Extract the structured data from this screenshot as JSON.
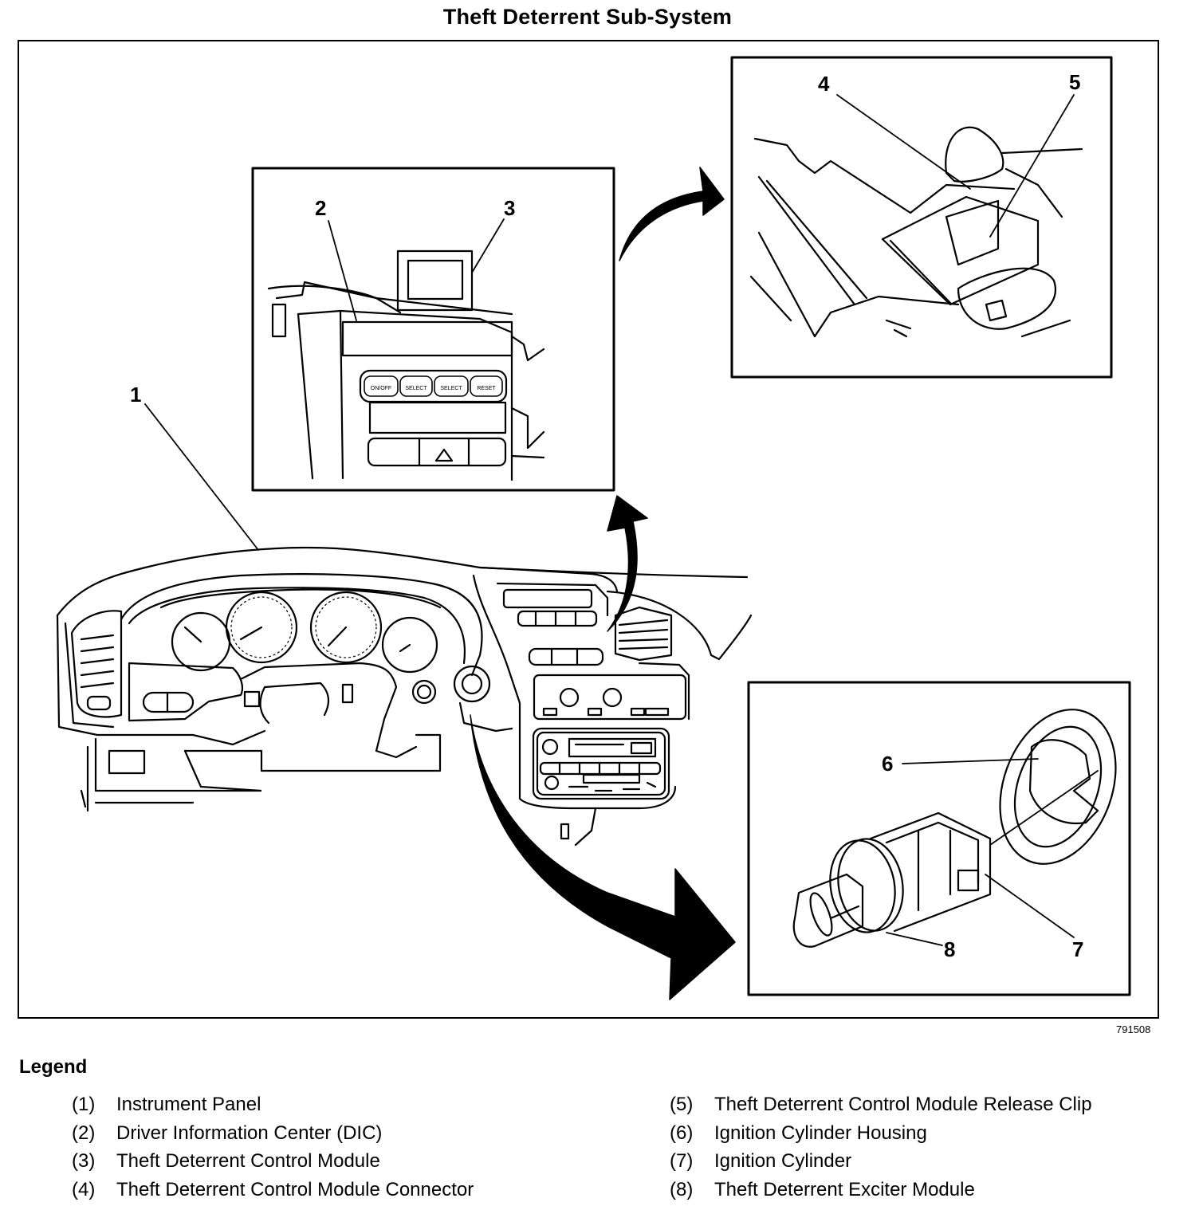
{
  "title": "Theft Deterrent Sub-System",
  "figure_id": "791508",
  "callouts": [
    "1",
    "2",
    "3",
    "4",
    "5",
    "6",
    "7",
    "8"
  ],
  "legend": {
    "heading": "Legend",
    "left": [
      {
        "num": "(1)",
        "label": "Instrument Panel"
      },
      {
        "num": "(2)",
        "label": "Driver Information Center (DIC)"
      },
      {
        "num": "(3)",
        "label": "Theft Deterrent Control Module"
      },
      {
        "num": "(4)",
        "label": "Theft Deterrent Control Module Connector"
      }
    ],
    "right": [
      {
        "num": "(5)",
        "label": "Theft Deterrent Control Module Release Clip"
      },
      {
        "num": "(6)",
        "label": "Ignition Cylinder Housing"
      },
      {
        "num": "(7)",
        "label": "Ignition Cylinder"
      },
      {
        "num": "(8)",
        "label": "Theft Deterrent Exciter Module"
      }
    ]
  },
  "dic_buttons": [
    "ON/OFF",
    "SELECT",
    "SELECT",
    "RESET"
  ]
}
